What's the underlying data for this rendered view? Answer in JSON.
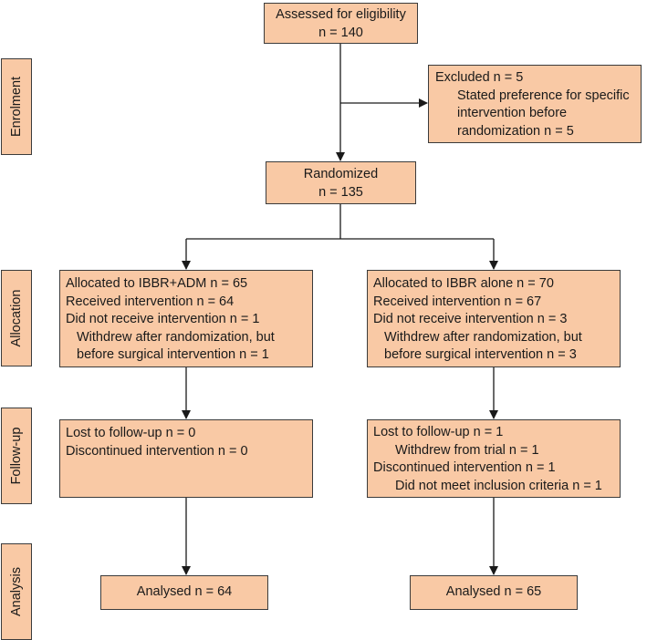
{
  "stages": {
    "enrolment": "Enrolment",
    "allocation": "Allocation",
    "followup": "Follow-up",
    "analysis": "Analysis"
  },
  "assessed": {
    "label": "Assessed for eligibility",
    "n": "n = 140"
  },
  "excluded": {
    "label": "Excluded n = 5",
    "sub1": "Stated preference for specific",
    "sub2": "intervention before",
    "sub3": "randomization n = 5"
  },
  "randomized": {
    "label": "Randomized",
    "n": "n = 135"
  },
  "alloc_left": {
    "l1": "Allocated to IBBR+ADM n = 65",
    "l2": "Received intervention n = 64",
    "l3": "Did not receive intervention n = 1",
    "l4": "Withdrew after randomization, but",
    "l5": "before surgical intervention n = 1"
  },
  "alloc_right": {
    "l1": "Allocated to IBBR alone n = 70",
    "l2": "Received intervention n = 67",
    "l3": "Did not receive intervention n = 3",
    "l4": "Withdrew after randomization, but",
    "l5": "before surgical intervention n = 3"
  },
  "followup_left": {
    "l1": "Lost to follow-up n = 0",
    "l2": "Discontinued intervention n = 0"
  },
  "followup_right": {
    "l1": "Lost to follow-up n = 1",
    "l2": "Withdrew from trial n = 1",
    "l3": "Discontinued intervention n = 1",
    "l4": "Did not meet inclusion criteria n = 1"
  },
  "analysis_left": "Analysed n = 64",
  "analysis_right": "Analysed n = 65",
  "colors": {
    "box_fill": "#f9c9a5",
    "border": "#3b3b3b",
    "arrow": "#1a1a1a"
  }
}
